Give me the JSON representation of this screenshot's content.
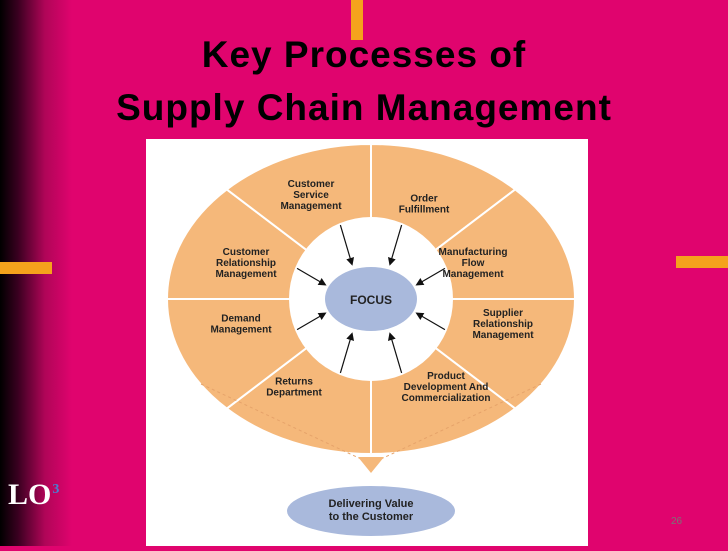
{
  "slide": {
    "title_line1": "Key Processes of",
    "title_line2": "Supply Chain Management",
    "lo_label": "LO",
    "lo_number": "3",
    "page_number": "26"
  },
  "diagram": {
    "center": "FOCUS",
    "outcome": [
      "Delivering Value",
      "to the Customer"
    ],
    "segments": [
      {
        "id": "order",
        "lines": [
          "Order",
          "Fulfillment"
        ]
      },
      {
        "id": "manufacturing",
        "lines": [
          "Manufacturing",
          "Flow",
          "Management"
        ]
      },
      {
        "id": "supplier",
        "lines": [
          "Supplier",
          "Relationship",
          "Management"
        ]
      },
      {
        "id": "product",
        "lines": [
          "Product",
          "Development And",
          "Commercialization"
        ]
      },
      {
        "id": "returns",
        "lines": [
          "Returns",
          "Department"
        ]
      },
      {
        "id": "demand",
        "lines": [
          "Demand",
          "Management"
        ]
      },
      {
        "id": "crm",
        "lines": [
          "Customer",
          "Relationship",
          "Management"
        ]
      },
      {
        "id": "service",
        "lines": [
          "Customer",
          "Service",
          "Management"
        ]
      }
    ]
  },
  "colors": {
    "background": "#e0046e",
    "accent": "#f5a21c",
    "segment_fill": "#f5b87a",
    "center_fill": "#a9b9dc"
  }
}
